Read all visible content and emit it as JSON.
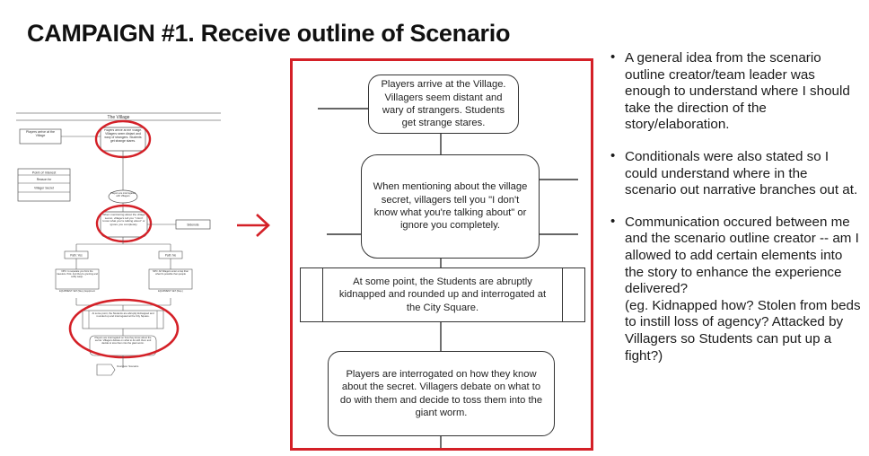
{
  "title": "CAMPAIGN #1. Receive outline of Scenario",
  "thumbnail": {
    "header": "The Village",
    "left_box": "Players arrive at the Village",
    "top_node": "Players arrive at the Village. Villagers seem distant and wary of strangers. Students get strange stares.",
    "table_title": "Point of Interest",
    "table_rows": [
      "Reason for",
      "Villager Secret"
    ],
    "oval_node": "Players are interrogated with Villagers",
    "mention_node": "When mentioning about the village secret, villagers tell you \"I don't know what you're talking about\" or ignore you completely.",
    "side_label": "Sidenote",
    "branch_left": "Path: Yes",
    "branch_right": "Path: No",
    "npc_left": "NPC: to separate you from the travelers. Pick. And they're grunting and softly weep.",
    "npc_left_tag": "EQUIPMENT: SET (Wep.) Equipment",
    "npc_right": "NPC: All Villagers enter a trap than what it's possible than people",
    "npc_right_tag": "EQUIPMENT: SET (Wep.)",
    "kidnap_node": "At some point, the Students are abruptly kidnapped and rounded up and interrogated at the City Square.",
    "interrogate_node": "Players are interrogated on how they know about the secret. Villagers debate on what to do with them and decide to toss them into the giant worm.",
    "end_node": "Overview: Scenario"
  },
  "flow": {
    "node1": "Players arrive at the Village. Villagers seem distant and wary of strangers. Students get strange stares.",
    "node2": "When mentioning about the village secret, villagers tell you \"I don't know what you're talking about\" or ignore you completely.",
    "node3": "At some point, the Students are abruptly kidnapped and rounded up and interrogated at the City Square.",
    "node4": "Players are interrogated on how they know about the secret. Villagers debate on what to do with them and decide to toss them into the giant worm."
  },
  "bullets": [
    "A general idea from the scenario outline creator/team leader was enough to understand where I should take the direction of the story/elaboration.",
    "Conditionals were also stated so I could understand where in the scenario out narrative branches out at.",
    "Communication occured between me and the scenario outline creator -- am I allowed to add certain elements into the story to enhance the experience delivered?\n(eg. Kidnapped how? Stolen from beds to instill loss of agency? Attacked by Villagers so Students can put up a fight?)"
  ],
  "bullet_char": "•",
  "colors": {
    "accent": "#d42027",
    "line": "#333333",
    "text": "#1a1a1a"
  }
}
